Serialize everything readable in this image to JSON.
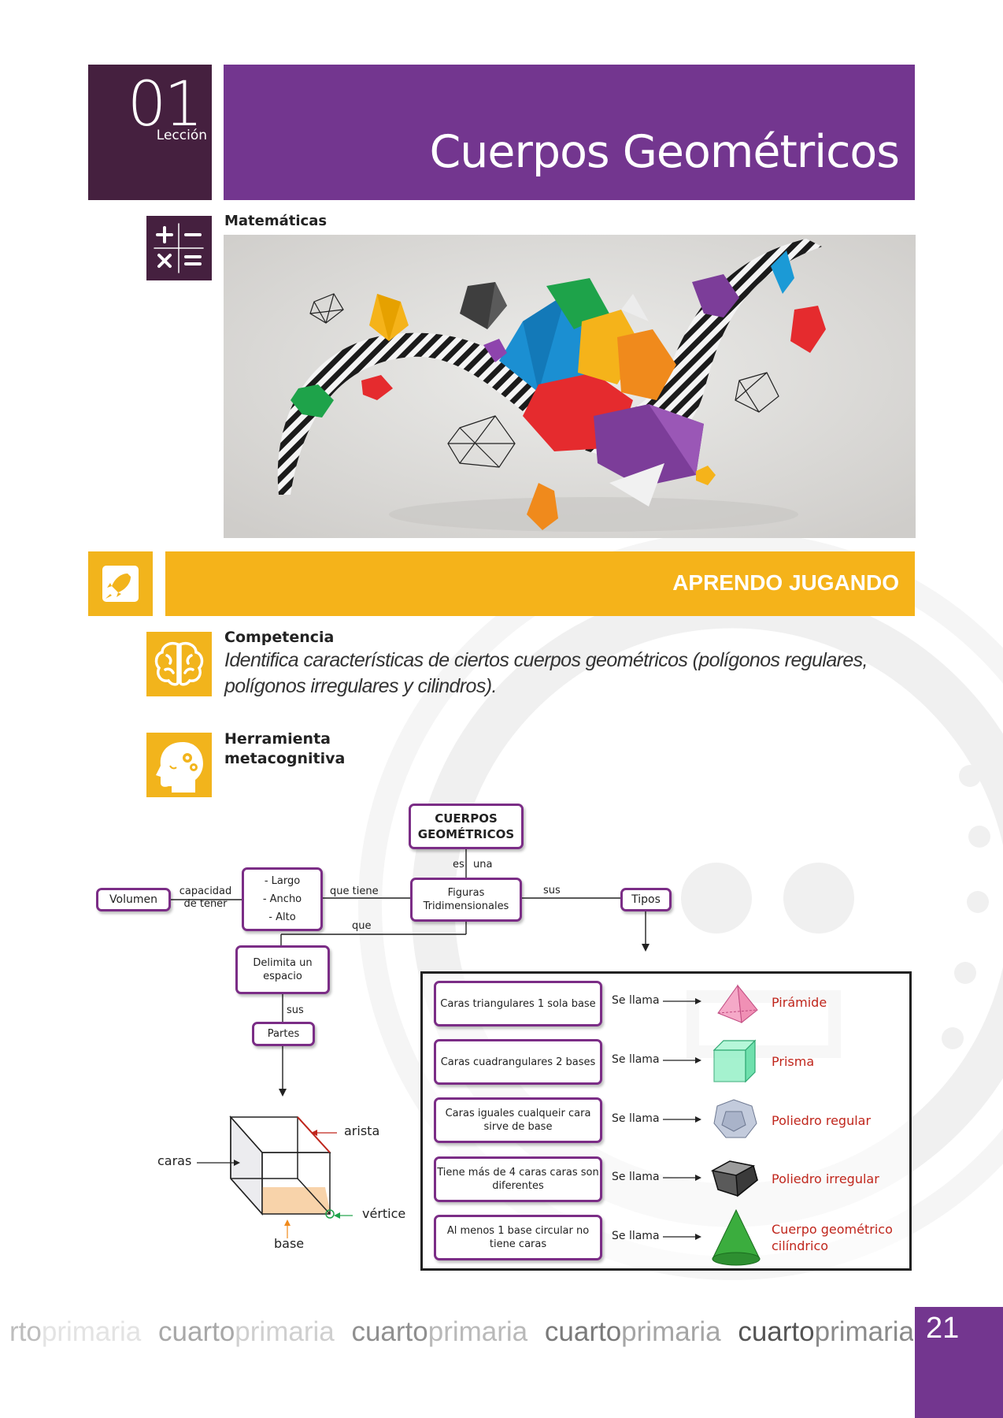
{
  "header": {
    "lesson_number": "01",
    "lesson_word": "Lección",
    "title": "Cuerpos Geométricos"
  },
  "subject": {
    "label": "Matemáticas",
    "icon": "math-operations-icon"
  },
  "section": {
    "title": "APRENDO JUGANDO",
    "icon": "rocket-icon"
  },
  "competencia": {
    "label": "Competencia",
    "text": "Identifica características de ciertos cuerpos geométricos (polígonos regulares, polígonos irregulares y cilindros).",
    "icon": "brain-icon"
  },
  "herramienta": {
    "label": "Herramienta metacognitiva",
    "icon": "head-gears-icon"
  },
  "concept_map": {
    "root": "CUERPOS GEOMÉTRICOS",
    "es_label": "es",
    "una_label": "una",
    "center": "Figuras Tridimensionales",
    "volumen": "Volumen",
    "capacidad": "capacidad de tener",
    "dims": [
      "- Largo",
      "- Ancho",
      "- Alto"
    ],
    "que_tiene": "que tiene",
    "sus_right": "sus",
    "tipos": "Tipos",
    "que": "que",
    "delimita": "Delimita un espacio",
    "sus_down": "sus",
    "partes": "Partes",
    "cube_labels": {
      "caras": "caras",
      "arista": "arista",
      "vertice": "vértice",
      "base": "base"
    },
    "types": [
      {
        "desc": "Caras triangulares 1 sola base",
        "call": "Se llama",
        "name": "Pirámide"
      },
      {
        "desc": "Caras cuadrangulares 2 bases",
        "call": "Se llama",
        "name": "Prisma"
      },
      {
        "desc": "Caras iguales cualqueir cara sirve de base",
        "call": "Se llama",
        "name": "Poliedro regular"
      },
      {
        "desc": "Tiene más de 4 caras caras son diferentes",
        "call": "Se llama",
        "name": "Poliedro irregular"
      },
      {
        "desc": "Al menos 1 base circular no tiene caras",
        "call": "Se llama",
        "name": "Cuerpo geométrico cilíndrico"
      }
    ]
  },
  "footer": {
    "words": [
      {
        "a": "rto",
        "b": "primaria"
      },
      {
        "a": "cuarto",
        "b": "primaria"
      },
      {
        "a": "cuarto",
        "b": "primaria"
      },
      {
        "a": "cuarto",
        "b": "primaria"
      },
      {
        "a": "cuarto",
        "b": "primaria"
      }
    ],
    "page_number": "21"
  },
  "colors": {
    "purple_dark": "#45203f",
    "purple": "#73368f",
    "yellow": "#f5b31a",
    "box_border": "#7b2d86",
    "type_name": "#c0261c"
  }
}
